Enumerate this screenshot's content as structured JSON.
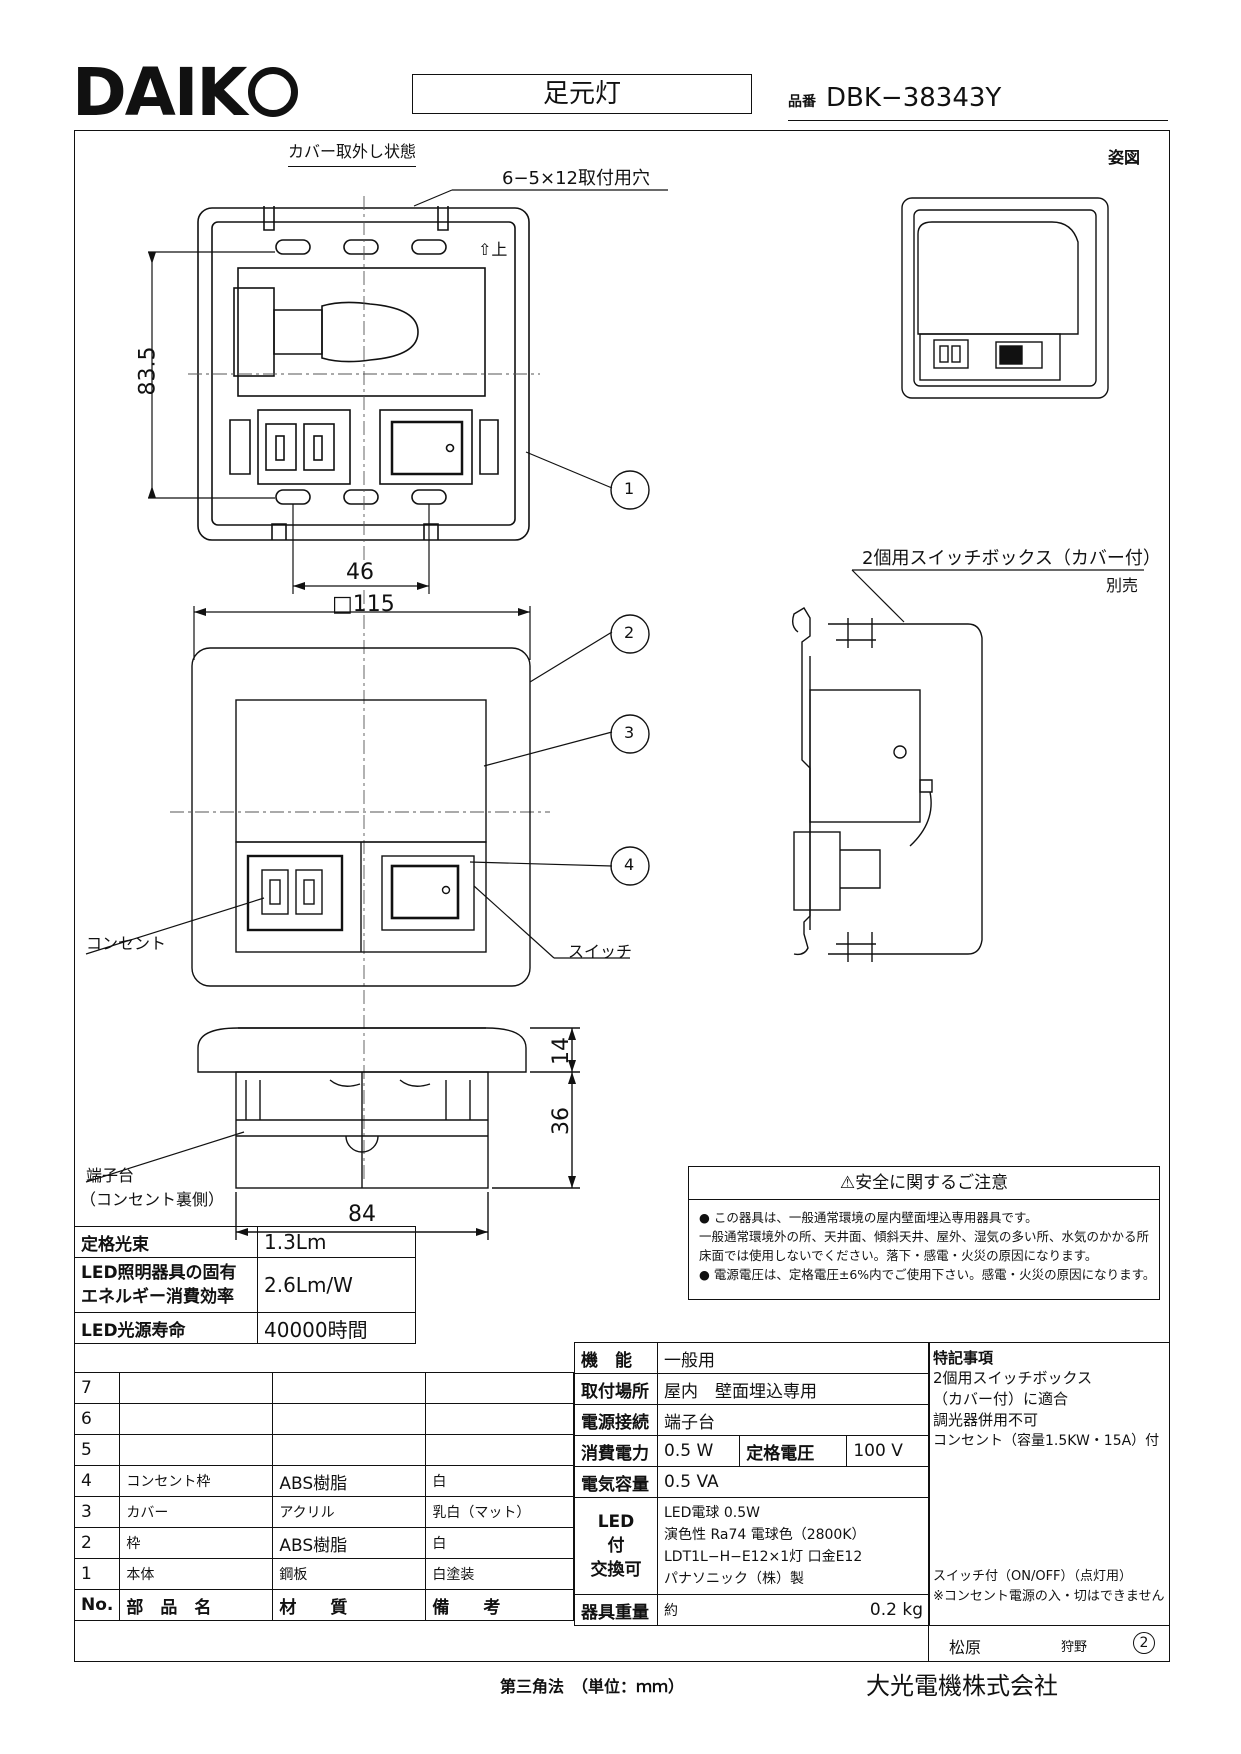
{
  "header": {
    "logo": "DAIK",
    "title": "足元灯",
    "model_prefix": "品番",
    "model": "DBK−38343Y"
  },
  "drawing": {
    "cover_removed": "カバー取外し状態",
    "mount_holes": "6−5×12取付用穴",
    "up_mark": "⇧上",
    "view_label": "姿図",
    "dim_83_5": "83.5",
    "dim_46": "46",
    "dim_115": "□115",
    "dim_14": "14",
    "dim_36": "36",
    "dim_84": "84",
    "callout_1": "1",
    "callout_2": "2",
    "callout_3": "3",
    "callout_4": "4",
    "switchbox": "2個用スイッチボックス（カバー付）",
    "sold_separately": "別売",
    "outlet": "コンセント",
    "switch": "スイッチ",
    "terminal": "端子台",
    "terminal_note": "（コンセント裏側）"
  },
  "notice": {
    "title": "⚠安全に関するご注意",
    "lines": [
      "●  この器具は、一般通常環境の屋内壁面埋込専用器具です。",
      "    一般通常環境外の所、天井面、傾斜天井、屋外、湿気の多い所、水気のかかる所",
      "    床面では使用しないでください。落下・感電・火災の原因になります。",
      "●  電源電圧は、定格電圧±6%内でご使用下さい。感電・火災の原因になります。"
    ]
  },
  "specs": {
    "rows": [
      {
        "label": "定格光束",
        "value": "1.3Lm"
      },
      {
        "label": "LED照明器具の固有\nエネルギー消費効率",
        "value": "2.6Lm/W"
      },
      {
        "label": "LED光源寿命",
        "value": "40000時間"
      }
    ]
  },
  "parts": {
    "headers": [
      "No.",
      "部　品　名",
      "材　　質",
      "備　　考"
    ],
    "rows": [
      {
        "no": "7",
        "name": "",
        "material": "",
        "note": ""
      },
      {
        "no": "6",
        "name": "",
        "material": "",
        "note": ""
      },
      {
        "no": "5",
        "name": "",
        "material": "",
        "note": ""
      },
      {
        "no": "4",
        "name": "コンセント枠",
        "material": "ABS樹脂",
        "note": "白"
      },
      {
        "no": "3",
        "name": "カバー",
        "material": "アクリル",
        "note": "乳白（マット）"
      },
      {
        "no": "2",
        "name": "枠",
        "material": "ABS樹脂",
        "note": "白"
      },
      {
        "no": "1",
        "name": "本体",
        "material": "鋼板",
        "note": "白塗装"
      }
    ]
  },
  "info": {
    "function_label": "機　能",
    "function": "一般用",
    "location_label": "取付場所",
    "location": "屋内　壁面埋込専用",
    "connection_label": "電源接続",
    "connection": "端子台",
    "power_label": "消費電力",
    "power": "0.5 W",
    "voltage_label": "定格電圧",
    "voltage": "100 V",
    "capacity_label": "電気容量",
    "capacity": "0.5 VA",
    "led_label": "LED\n付\n交換可",
    "led_lines": [
      "LED電球 0.5W",
      "演色性 Ra74 電球色（2800K）",
      "LDT1L−H−E12×1灯 口金E12",
      "パナソニック（株）製"
    ],
    "weight_label": "器具重量",
    "weight_prefix": "約",
    "weight": "0.2 kg"
  },
  "remarks": {
    "title": "特記事項",
    "lines": [
      "2個用スイッチボックス",
      "（カバー付）に適合",
      "調光器併用不可",
      "コンセント（容量1.5KW・15A）付"
    ],
    "switch_lines": [
      "スイッチ付（ON/OFF）（点灯用）",
      "※コンセント電源の入・切はできません"
    ],
    "sign1": "松原",
    "sign2": "狩野",
    "rev": "2"
  },
  "footer": {
    "method": "第三角法　（単位：ｍｍ）",
    "company": "大光電機株式会社"
  }
}
